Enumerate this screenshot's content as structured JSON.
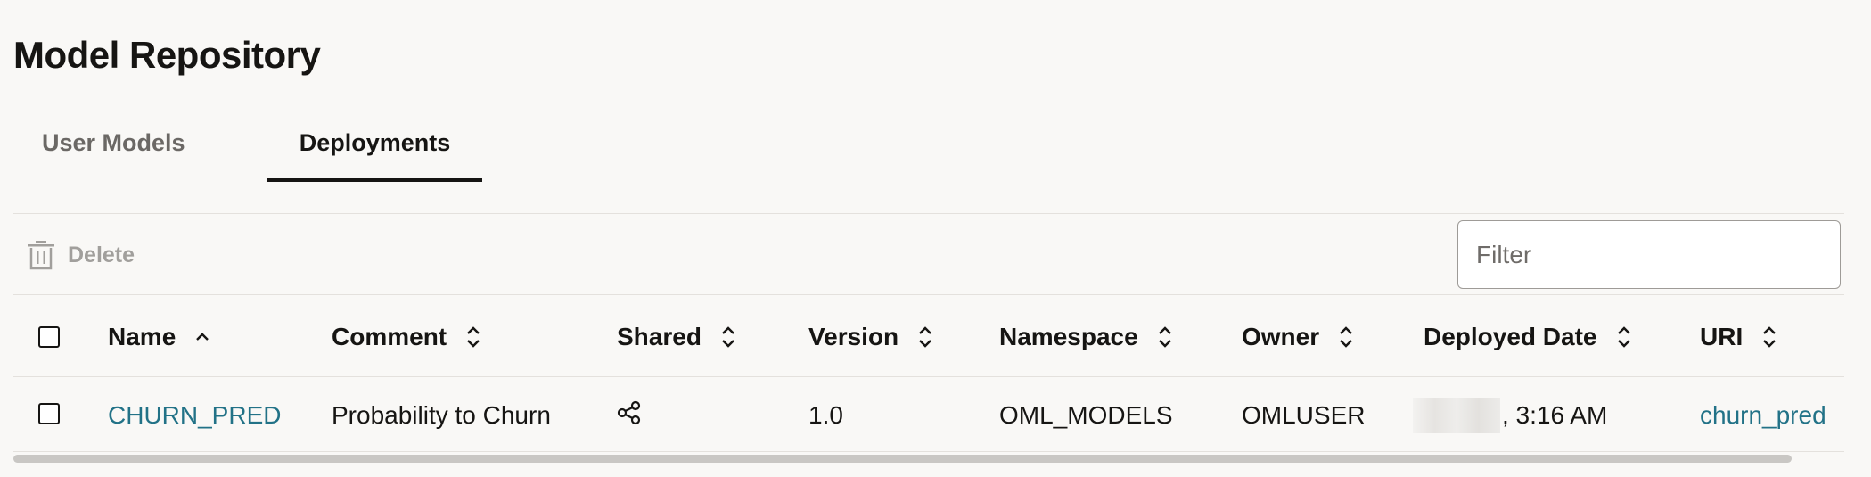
{
  "page": {
    "title": "Model Repository"
  },
  "tabs": [
    {
      "label": "User Models",
      "selected": false
    },
    {
      "label": "Deployments",
      "selected": true
    }
  ],
  "toolbar": {
    "delete_label": "Delete",
    "delete_icon": "trash-icon",
    "filter_placeholder": "Filter",
    "filter_value": ""
  },
  "table": {
    "columns": [
      {
        "label": "Name",
        "sort": "ascending"
      },
      {
        "label": "Comment",
        "sort": "none"
      },
      {
        "label": "Shared",
        "sort": "none"
      },
      {
        "label": "Version",
        "sort": "none"
      },
      {
        "label": "Namespace",
        "sort": "none"
      },
      {
        "label": "Owner",
        "sort": "none"
      },
      {
        "label": "Deployed Date",
        "sort": "none"
      },
      {
        "label": "URI",
        "sort": "none"
      }
    ],
    "rows": [
      {
        "checked": false,
        "name": "CHURN_PRED",
        "comment": "Probability to Churn",
        "shared_icon": "share-icon",
        "version": "1.0",
        "namespace": "OML_MODELS",
        "owner": "OMLUSER",
        "deployed_date_visible": ", 3:16 AM",
        "uri": "churn_pred"
      }
    ]
  },
  "colors": {
    "background": "#f9f8f6",
    "text": "#161513",
    "link": "#227287",
    "muted": "#6b6865",
    "disabled": "#a19f9c",
    "divider": "#e4e1dd"
  }
}
